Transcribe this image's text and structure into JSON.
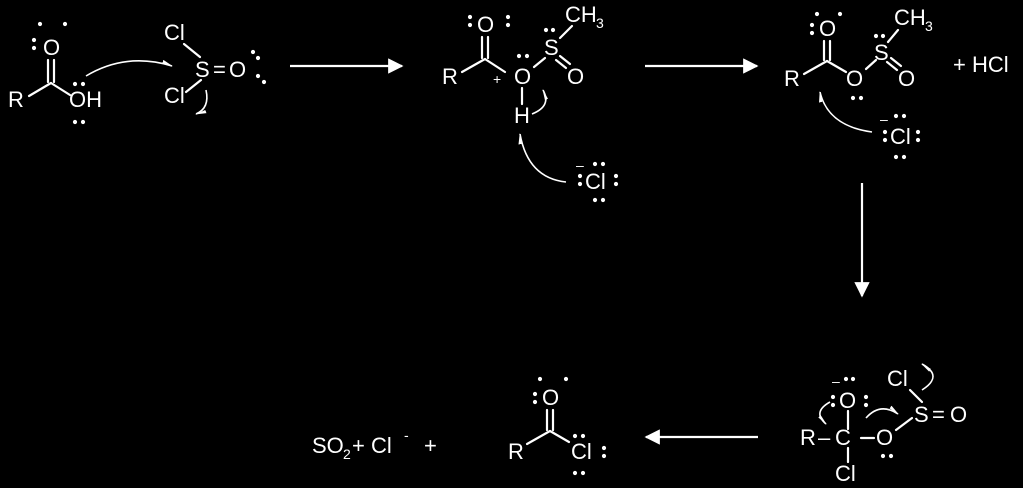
{
  "scheme": {
    "step1": {
      "acid": {
        "O": "O",
        "R": "R",
        "OH": "OH"
      },
      "socl2": {
        "Cl1": "Cl",
        "S": "S",
        "eq": "=",
        "O": "O",
        "Cl2": "Cl"
      }
    },
    "step2": {
      "O_top": "O",
      "R": "R",
      "plus": "+",
      "O_mid": "O",
      "S": "S",
      "CH": "CH",
      "CH_sub": "3",
      "O_s": "O",
      "H": "H",
      "chloride": {
        "minus": "–",
        "Cl": "Cl"
      }
    },
    "step3": {
      "O_top": "O",
      "R": "R",
      "O_mid": "O",
      "S": "S",
      "CH": "CH",
      "CH_sub": "3",
      "O_s": "O",
      "hcl": "+ HCl",
      "chloride": {
        "minus": "–",
        "Cl": "Cl"
      }
    },
    "step4": {
      "minus": "–",
      "O_top": "O",
      "R": "R",
      "dash": "–",
      "C": "C",
      "O_right": "O",
      "Cl_bottom": "Cl",
      "Cl_top": "Cl",
      "S": "S",
      "eq": "=",
      "O_s": "O"
    },
    "step5": {
      "O": "O",
      "R": "R",
      "Cl": "Cl",
      "byproducts": {
        "SO": "SO",
        "sub2": "2",
        "plus_cl": "+ Cl",
        "sup_minus": "-",
        "plus": "+"
      }
    }
  }
}
